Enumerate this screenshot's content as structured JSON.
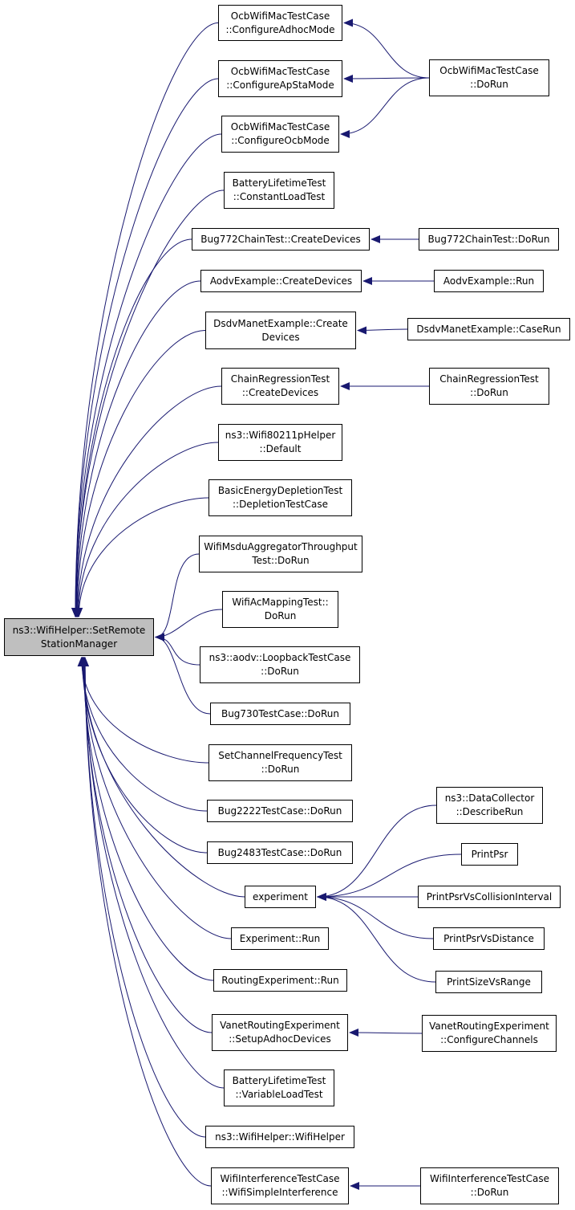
{
  "diagram": {
    "colors": {
      "edge": "#191970",
      "root_fill": "#bfbfbf",
      "node_fill": "#ffffff",
      "border": "#000000"
    },
    "root": {
      "id": "root",
      "lines": [
        "ns3::WifiHelper::SetRemote",
        "StationManager"
      ]
    },
    "callers": [
      {
        "id": "c1",
        "lines": [
          "OcbWifiMacTestCase",
          "::ConfigureAdhocMode"
        ]
      },
      {
        "id": "c2",
        "lines": [
          "OcbWifiMacTestCase",
          "::ConfigureApStaMode"
        ]
      },
      {
        "id": "c3",
        "lines": [
          "OcbWifiMacTestCase",
          "::ConfigureOcbMode"
        ]
      },
      {
        "id": "c4",
        "lines": [
          "BatteryLifetimeTest",
          "::ConstantLoadTest"
        ]
      },
      {
        "id": "c5",
        "lines": [
          "Bug772ChainTest::CreateDevices"
        ]
      },
      {
        "id": "c6",
        "lines": [
          "AodvExample::CreateDevices"
        ]
      },
      {
        "id": "c7",
        "lines": [
          "DsdvManetExample::Create",
          "Devices"
        ]
      },
      {
        "id": "c8",
        "lines": [
          "ChainRegressionTest",
          "::CreateDevices"
        ]
      },
      {
        "id": "c9",
        "lines": [
          "ns3::Wifi80211pHelper",
          "::Default"
        ]
      },
      {
        "id": "c10",
        "lines": [
          "BasicEnergyDepletionTest",
          "::DepletionTestCase"
        ]
      },
      {
        "id": "c11",
        "lines": [
          "WifiMsduAggregatorThroughput",
          "Test::DoRun"
        ]
      },
      {
        "id": "c12",
        "lines": [
          "WifiAcMappingTest::",
          "DoRun"
        ]
      },
      {
        "id": "c13",
        "lines": [
          "ns3::aodv::LoopbackTestCase",
          "::DoRun"
        ]
      },
      {
        "id": "c14",
        "lines": [
          "Bug730TestCase::DoRun"
        ]
      },
      {
        "id": "c15",
        "lines": [
          "SetChannelFrequencyTest",
          "::DoRun"
        ]
      },
      {
        "id": "c16",
        "lines": [
          "Bug2222TestCase::DoRun"
        ]
      },
      {
        "id": "c17",
        "lines": [
          "Bug2483TestCase::DoRun"
        ]
      },
      {
        "id": "c18",
        "lines": [
          "experiment"
        ]
      },
      {
        "id": "c19",
        "lines": [
          "Experiment::Run"
        ]
      },
      {
        "id": "c20",
        "lines": [
          "RoutingExperiment::Run"
        ]
      },
      {
        "id": "c21",
        "lines": [
          "VanetRoutingExperiment",
          "::SetupAdhocDevices"
        ]
      },
      {
        "id": "c22",
        "lines": [
          "BatteryLifetimeTest",
          "::VariableLoadTest"
        ]
      },
      {
        "id": "c23",
        "lines": [
          "ns3::WifiHelper::WifiHelper"
        ]
      },
      {
        "id": "c24",
        "lines": [
          "WifiInterferenceTestCase",
          "::WifiSimpleInterference"
        ]
      }
    ],
    "second_level": [
      {
        "id": "d1",
        "lines": [
          "OcbWifiMacTestCase",
          "::DoRun"
        ]
      },
      {
        "id": "d2",
        "lines": [
          "Bug772ChainTest::DoRun"
        ]
      },
      {
        "id": "d3",
        "lines": [
          "AodvExample::Run"
        ]
      },
      {
        "id": "d4",
        "lines": [
          "DsdvManetExample::CaseRun"
        ]
      },
      {
        "id": "d5",
        "lines": [
          "ChainRegressionTest",
          "::DoRun"
        ]
      },
      {
        "id": "d6",
        "lines": [
          "ns3::DataCollector",
          "::DescribeRun"
        ]
      },
      {
        "id": "d7",
        "lines": [
          "PrintPsr"
        ]
      },
      {
        "id": "d8",
        "lines": [
          "PrintPsrVsCollisionInterval"
        ]
      },
      {
        "id": "d9",
        "lines": [
          "PrintPsrVsDistance"
        ]
      },
      {
        "id": "d10",
        "lines": [
          "PrintSizeVsRange"
        ]
      },
      {
        "id": "d11",
        "lines": [
          "VanetRoutingExperiment",
          "::ConfigureChannels"
        ]
      },
      {
        "id": "d12",
        "lines": [
          "WifiInterferenceTestCase",
          "::DoRun"
        ]
      }
    ],
    "edges": [
      [
        "c1",
        "root"
      ],
      [
        "c2",
        "root"
      ],
      [
        "c3",
        "root"
      ],
      [
        "c4",
        "root"
      ],
      [
        "c5",
        "root"
      ],
      [
        "c6",
        "root"
      ],
      [
        "c7",
        "root"
      ],
      [
        "c8",
        "root"
      ],
      [
        "c9",
        "root"
      ],
      [
        "c10",
        "root"
      ],
      [
        "c11",
        "root"
      ],
      [
        "c12",
        "root"
      ],
      [
        "c13",
        "root"
      ],
      [
        "c14",
        "root"
      ],
      [
        "c15",
        "root"
      ],
      [
        "c16",
        "root"
      ],
      [
        "c17",
        "root"
      ],
      [
        "c18",
        "root"
      ],
      [
        "c19",
        "root"
      ],
      [
        "c20",
        "root"
      ],
      [
        "c21",
        "root"
      ],
      [
        "c22",
        "root"
      ],
      [
        "c23",
        "root"
      ],
      [
        "c24",
        "root"
      ],
      [
        "d1",
        "c1"
      ],
      [
        "d1",
        "c2"
      ],
      [
        "d1",
        "c3"
      ],
      [
        "d2",
        "c5"
      ],
      [
        "d3",
        "c6"
      ],
      [
        "d4",
        "c7"
      ],
      [
        "d5",
        "c8"
      ],
      [
        "d6",
        "c18"
      ],
      [
        "d7",
        "c18"
      ],
      [
        "d8",
        "c18"
      ],
      [
        "d9",
        "c18"
      ],
      [
        "d10",
        "c18"
      ],
      [
        "d11",
        "c21"
      ],
      [
        "d12",
        "c24"
      ]
    ]
  }
}
